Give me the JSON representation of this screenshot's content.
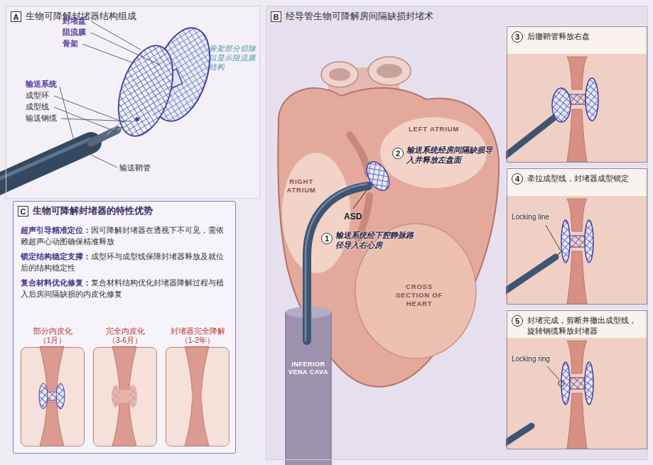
{
  "diagram": {
    "nodes": [
      {
        "text": [
          "A",
          "生物可降解封堵器结构组成"
        ]
      },
      {
        "text": [
          "B",
          "经导管生物可降解房间隔缺损封堵术"
        ]
      },
      {
        "text": [
          "3",
          "后撤鞘管释放右盘"
        ],
        "in": 1
      },
      {
        "text": [
          "4",
          "牵拉成型线，封堵器成型锁定"
        ],
        "in": 1
      },
      {
        "text": [
          "5",
          "封堵完成，剪断并撤出成型线，旋转钢缆释放封堵器"
        ],
        "in": 1
      },
      {
        "text": [
          "C",
          "生物可降解封堵器的特性优势",
          "超声引导精准定位：",
          "因可降解封堵器在透视下不可见，需依赖超声心动图确保精准释放",
          "锁定结构稳定支撑：",
          "成型环与成型线保障封堵器释放及就位后的结构稳定性",
          "复合材料优化修复：",
          "复合材料结构优化封堵器降解过程与植入后房间隔缺损的内皮化修复"
        ]
      },
      {
        "text": [
          "部分内皮化",
          "（1月）"
        ],
        "in": 5
      },
      {
        "text": [
          "完全内皮化",
          "（3-6月）"
        ],
        "in": 5
      },
      {
        "text": [
          "封堵器完全降解",
          "（1-2年）"
        ],
        "in": 5
      }
    ],
    "labels": [
      "封堵盘",
      "阻流膜",
      "骨架",
      "骨架部分切除以显示阻流膜结构",
      "输送系统",
      "成型环",
      "成型线",
      "输送钢缆",
      "输送鞘管",
      "LEFT ATRIUM",
      "RIGHT ATRIUM",
      "2",
      "输送系统经房间隔缺损导入并释放左盘面",
      "ASD",
      "1",
      "输送系统经下腔静脉路径导入右心房",
      "CROSS SECTION OF HEART",
      "INFERIOR VENA CAVA",
      "Locking line",
      "Locking ring"
    ]
  }
}
